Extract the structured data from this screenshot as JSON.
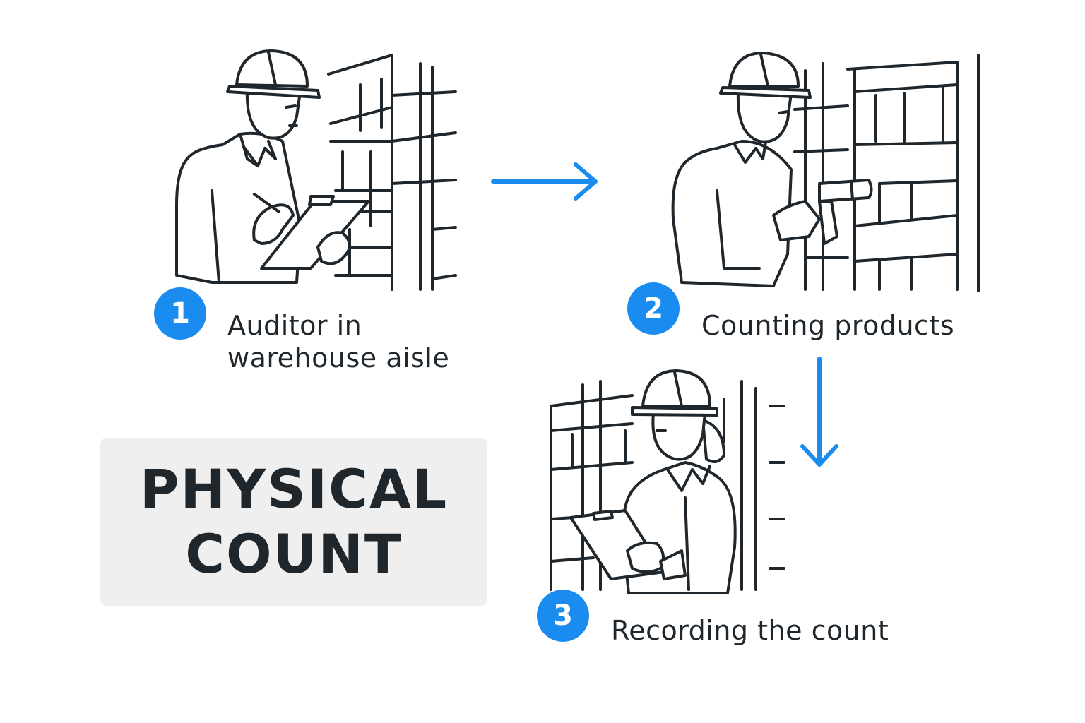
{
  "accent_color": "#1a8cf0",
  "title": {
    "line1": "PHYSICAL",
    "line2": "COUNT"
  },
  "steps": [
    {
      "number": "1",
      "label_line1": "Auditor in",
      "label_line2": "warehouse aisle",
      "icon": "auditor-clipboard-icon"
    },
    {
      "number": "2",
      "label": "Counting products",
      "icon": "barcode-scanner-worker-icon"
    },
    {
      "number": "3",
      "label": "Recording the count",
      "icon": "recording-clipboard-worker-icon"
    }
  ]
}
